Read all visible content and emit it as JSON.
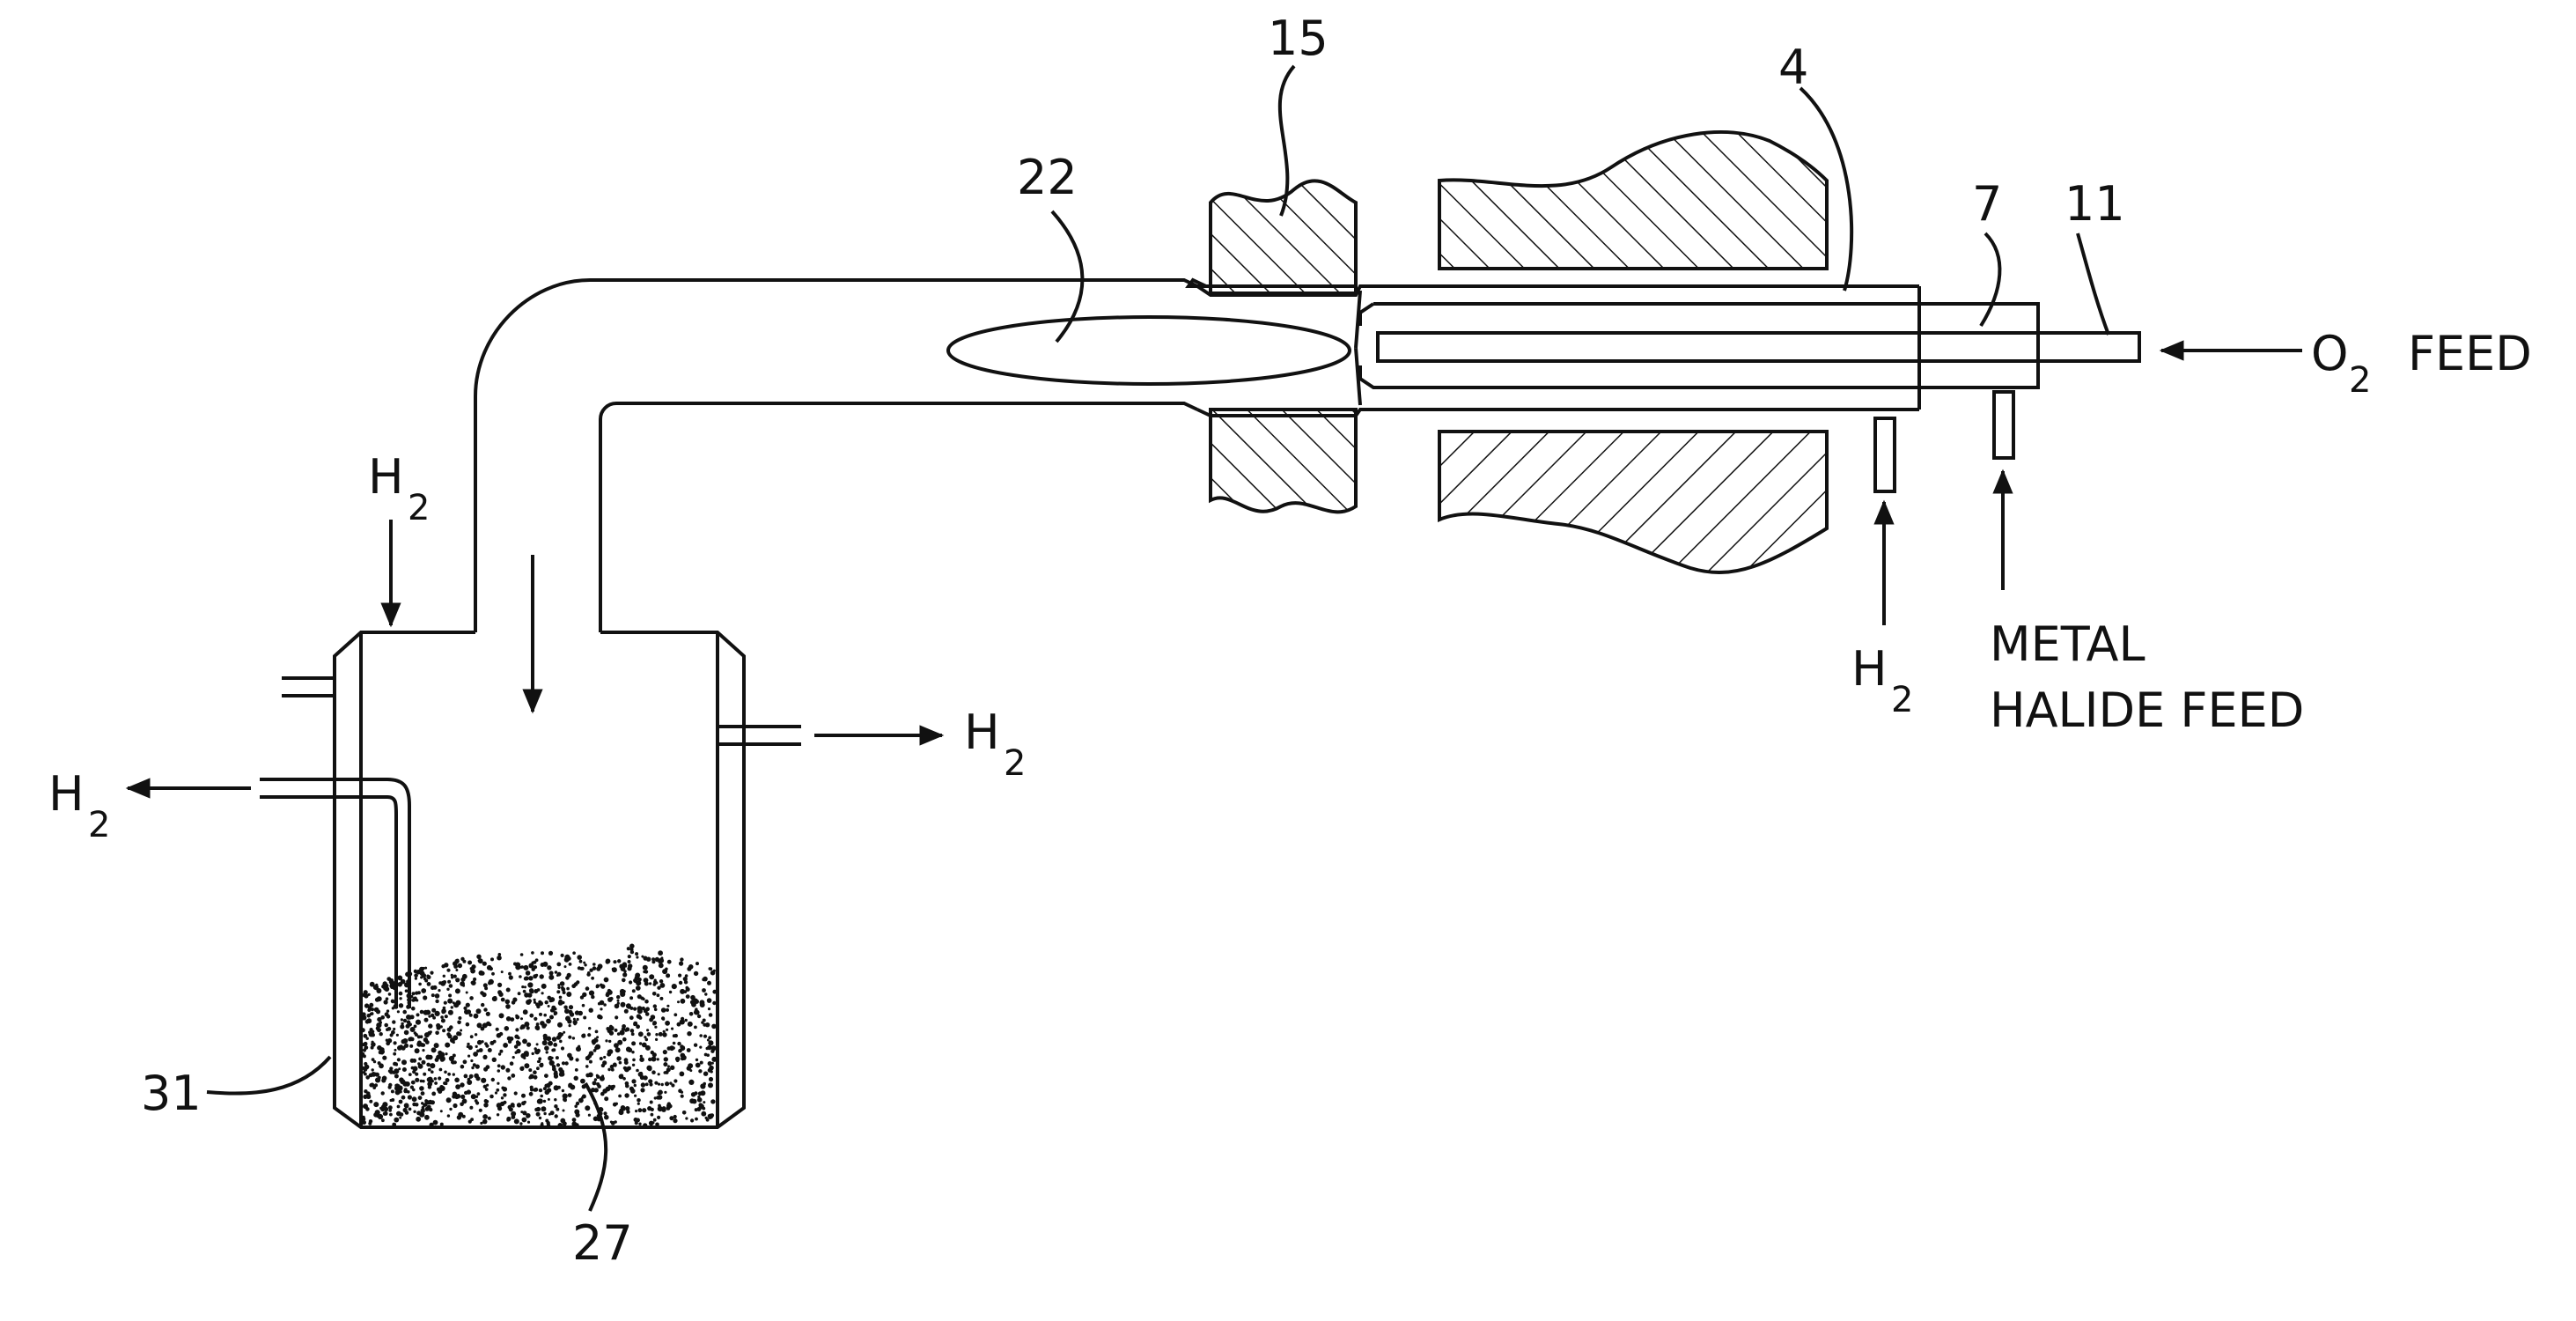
{
  "labels": {
    "ref_15": "15",
    "ref_4": "4",
    "ref_22": "22",
    "ref_7": "7",
    "ref_11": "11",
    "ref_31": "31",
    "ref_27": "27",
    "o2_feed_letter": "O",
    "o2_feed_sub": "2",
    "o2_feed_word": "FEED",
    "metal_halide_line1": "METAL",
    "metal_halide_line2": "HALIDE FEED",
    "h2_letter": "H",
    "h2_sub": "2"
  },
  "colors": {
    "ink": "#111111",
    "background": "#ffffff"
  }
}
